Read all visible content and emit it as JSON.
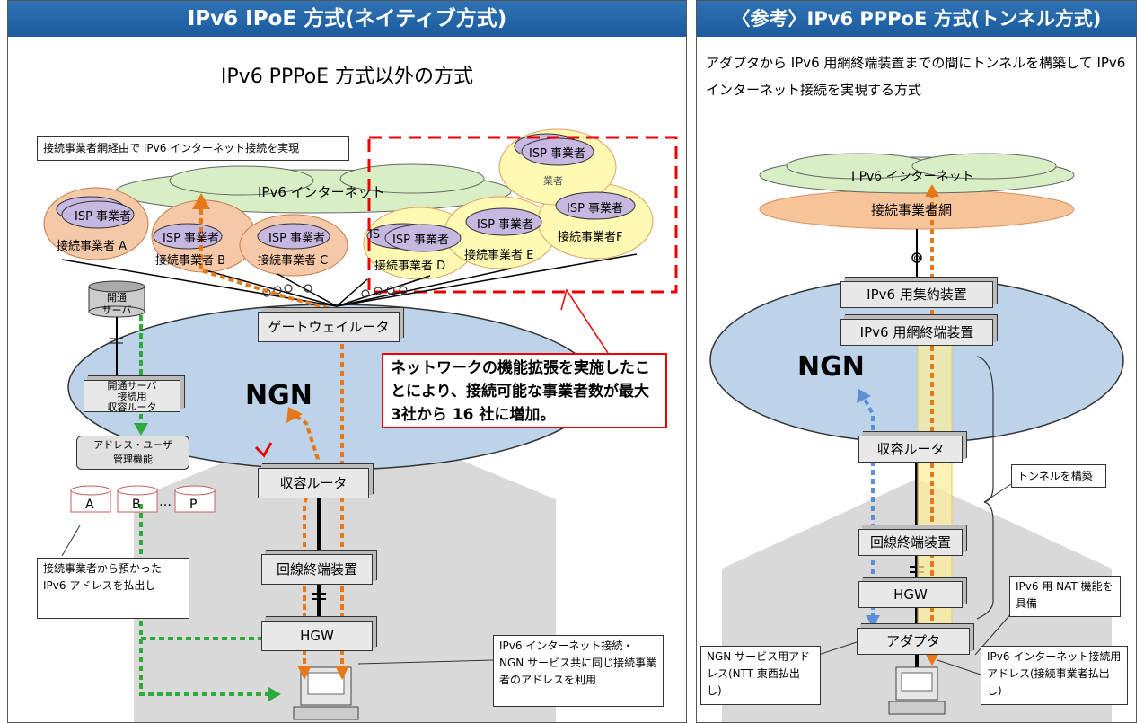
{
  "left": {
    "title": "IPv6 IPoE 方式(ネイティブ方式)",
    "subtitle": "IPv6 PPPoE 方式以外の方式",
    "top_callout": "接続事業者網経由で IPv6 インターネット接続を実現",
    "internet": "IPv6 インターネット",
    "isp": "ISP 事業者",
    "isp_partial": "IS",
    "isp_partial2": "業者",
    "carriers": [
      "接続事業者 A",
      "接続事業者 B",
      "接続事業者 C",
      "接続事業者 D",
      "接続事業者 E",
      "接続事業者F"
    ],
    "server": "開通\nサーバ",
    "server_conn": "開通サーバ\n接続用\n収容ルータ",
    "addr_user": "アドレス・ユーザ\n管理機能",
    "db": [
      "A",
      "B",
      "…",
      "P"
    ],
    "gateway": "ゲートウェイルータ",
    "ngn": "NGN",
    "red_note": "ネットワークの機能拡張を実施したことにより、接続可能な事業者数が最大3社から 16 社に増加。",
    "router": "収容ルータ",
    "onu": "回線終端装置",
    "hgw": "HGW",
    "addr_callout": "接続事業者から預かった IPv6 アドレスを払出し",
    "bottom_callout": "IPv6 インターネット接続・NGN サービス共に同じ接続事業者のアドレスを利用"
  },
  "right": {
    "title": "〈参考〉IPv6 PPPoE 方式(トンネル方式)",
    "subtitle": "アダプタから IPv6 用網終端装置までの間にトンネルを構築して IPv6 インターネット接続を実現する方式",
    "internet": "I Pv6 インターネット",
    "carrier_net": "接続事業者網",
    "aggr": "IPv6 用集約装置",
    "bras": "IPv6 用網終端装置",
    "ngn": "NGN",
    "router": "収容ルータ",
    "tunnel": "トンネルを構築",
    "onu": "回線終端装置",
    "hgw": "HGW",
    "nat": "IPv6 用 NAT 機能を具備",
    "adapter": "アダプタ",
    "ngn_addr": "NGN サービス用アドレス(NTT 東西払出し)",
    "inet_addr": "IPv6 インターネット接続用アドレス(接続事業者払出し)"
  }
}
